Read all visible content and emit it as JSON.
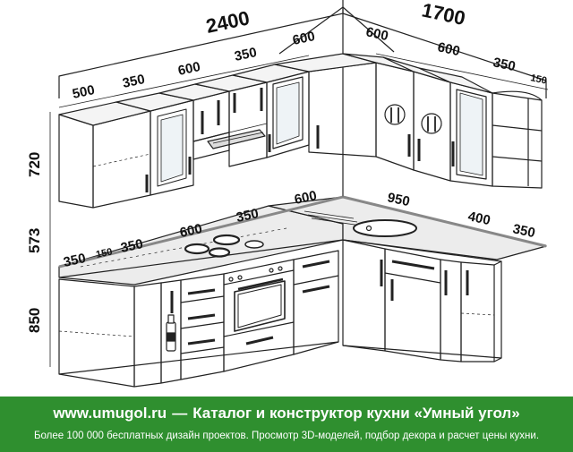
{
  "dimensions": {
    "top_left_total": "2400",
    "top_right_total": "1700",
    "upper_left": [
      "500",
      "350",
      "600",
      "350",
      "600"
    ],
    "upper_right": [
      "600",
      "600",
      "350",
      "150"
    ],
    "heights": [
      "720",
      "573",
      "850"
    ],
    "base_left": [
      "350",
      "150",
      "350",
      "600",
      "350",
      "600"
    ],
    "base_right": [
      "950",
      "400",
      "350"
    ]
  },
  "banner": {
    "site": "www.umugol.ru",
    "dash": "—",
    "headline": "Каталог и конструктор кухни «Умный угол»",
    "subline": "Более 100 000 бесплатных дизайн проектов. Просмотр 3D-моделей, подбор декора и расчет цены кухни."
  },
  "colors": {
    "banner_bg": "#2f8f2f",
    "line": "#222222",
    "countertop": "#e9e9e9"
  }
}
